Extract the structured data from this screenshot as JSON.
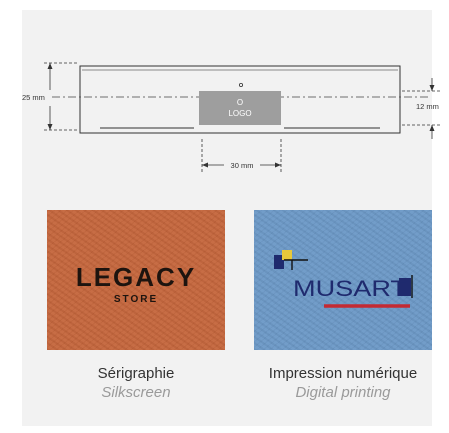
{
  "diagram": {
    "height_label": "25 mm",
    "logo_height_label": "12 mm",
    "logo_width_label": "30 mm",
    "logo_line1": "O",
    "logo_line2": "LOGO"
  },
  "samples": [
    {
      "logo_main": "LEGACY",
      "logo_sub": "STORE",
      "title_fr": "Sérigraphie",
      "title_en": "Silkscreen",
      "color": "#c4653b"
    },
    {
      "logo_main": "MUSART",
      "title_fr": "Impression numérique",
      "title_en": "Digital printing",
      "color": "#6b98c6"
    }
  ]
}
